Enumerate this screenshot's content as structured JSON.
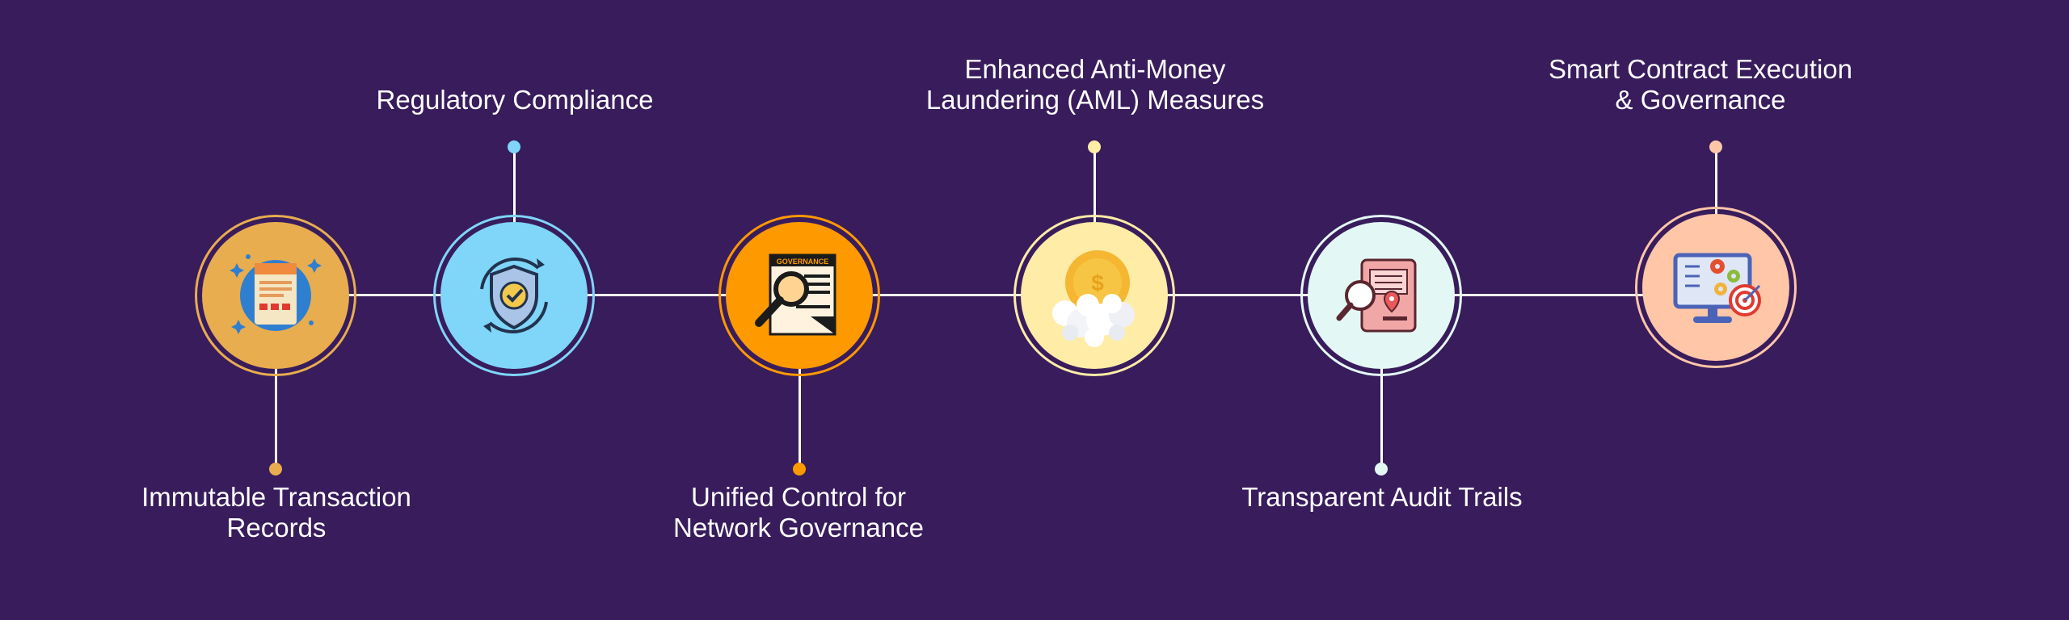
{
  "steps": [
    {
      "label": "Immutable Transaction\nRecords",
      "color": "#e8ad4f",
      "icon": "document-ledger-icon"
    },
    {
      "label": "Regulatory Compliance",
      "color": "#7fd6f8",
      "icon": "shield-check-icon"
    },
    {
      "label": "Unified Control for\nNetwork Governance",
      "color": "#ff9900",
      "icon": "governance-magnifier-icon"
    },
    {
      "label": "Enhanced Anti-Money\nLaundering (AML) Measures",
      "color": "#ffeca6",
      "icon": "washing-coin-icon"
    },
    {
      "label": "Transparent Audit Trails",
      "color": "#e3f8f4",
      "icon": "audit-report-icon"
    },
    {
      "label": "Smart Contract Execution\n& Governance",
      "color": "#ffc6a8",
      "icon": "monitor-gears-target-icon"
    }
  ],
  "colors": {
    "background": "#381c5c",
    "line": "#ffffff"
  },
  "icon_text": {
    "governance": "GOVERNANCE"
  }
}
